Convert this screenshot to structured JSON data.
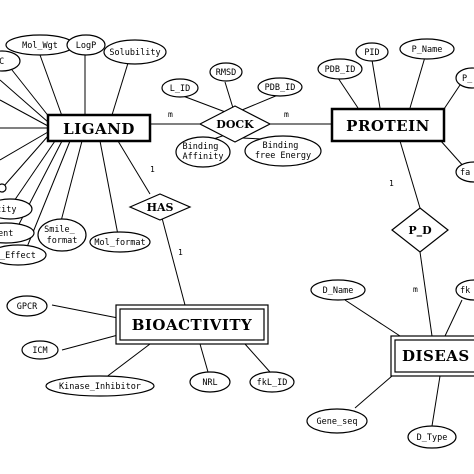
{
  "entities": {
    "ligand": "LIGAND",
    "protein": "PROTEIN",
    "bioactivity": "BIOACTIVITY",
    "disease": "DISEAS"
  },
  "relationships": {
    "dock": "DOCK",
    "has": "HAS",
    "p_d": "P_D"
  },
  "attributes": {
    "ligand": [
      "AC",
      "Mol_Wgt",
      "LogP",
      "Solubility",
      "city",
      "ent",
      "Smile_\nformat",
      "Mol_format",
      "_Effect"
    ],
    "dock": [
      "L_ID",
      "RMSD",
      "PDB_ID",
      "Binding\nAffinity",
      "Binding\nfree Energy"
    ],
    "protein": [
      "PDB_ID",
      "PID",
      "P_Name",
      "P_",
      "fa"
    ],
    "bioactivity": [
      "GPCR",
      "ICM",
      "Kinase_Inhibitor",
      "NRL",
      "fkL_ID"
    ],
    "disease": [
      "D_Name",
      "fk",
      "Gene_seq",
      "D_Type"
    ]
  },
  "cardinalities": {
    "ligand_dock": "m",
    "protein_dock": "m",
    "ligand_has": "1",
    "bioactivity_has": "1",
    "protein_pd": "1",
    "disease_pd": "m"
  }
}
